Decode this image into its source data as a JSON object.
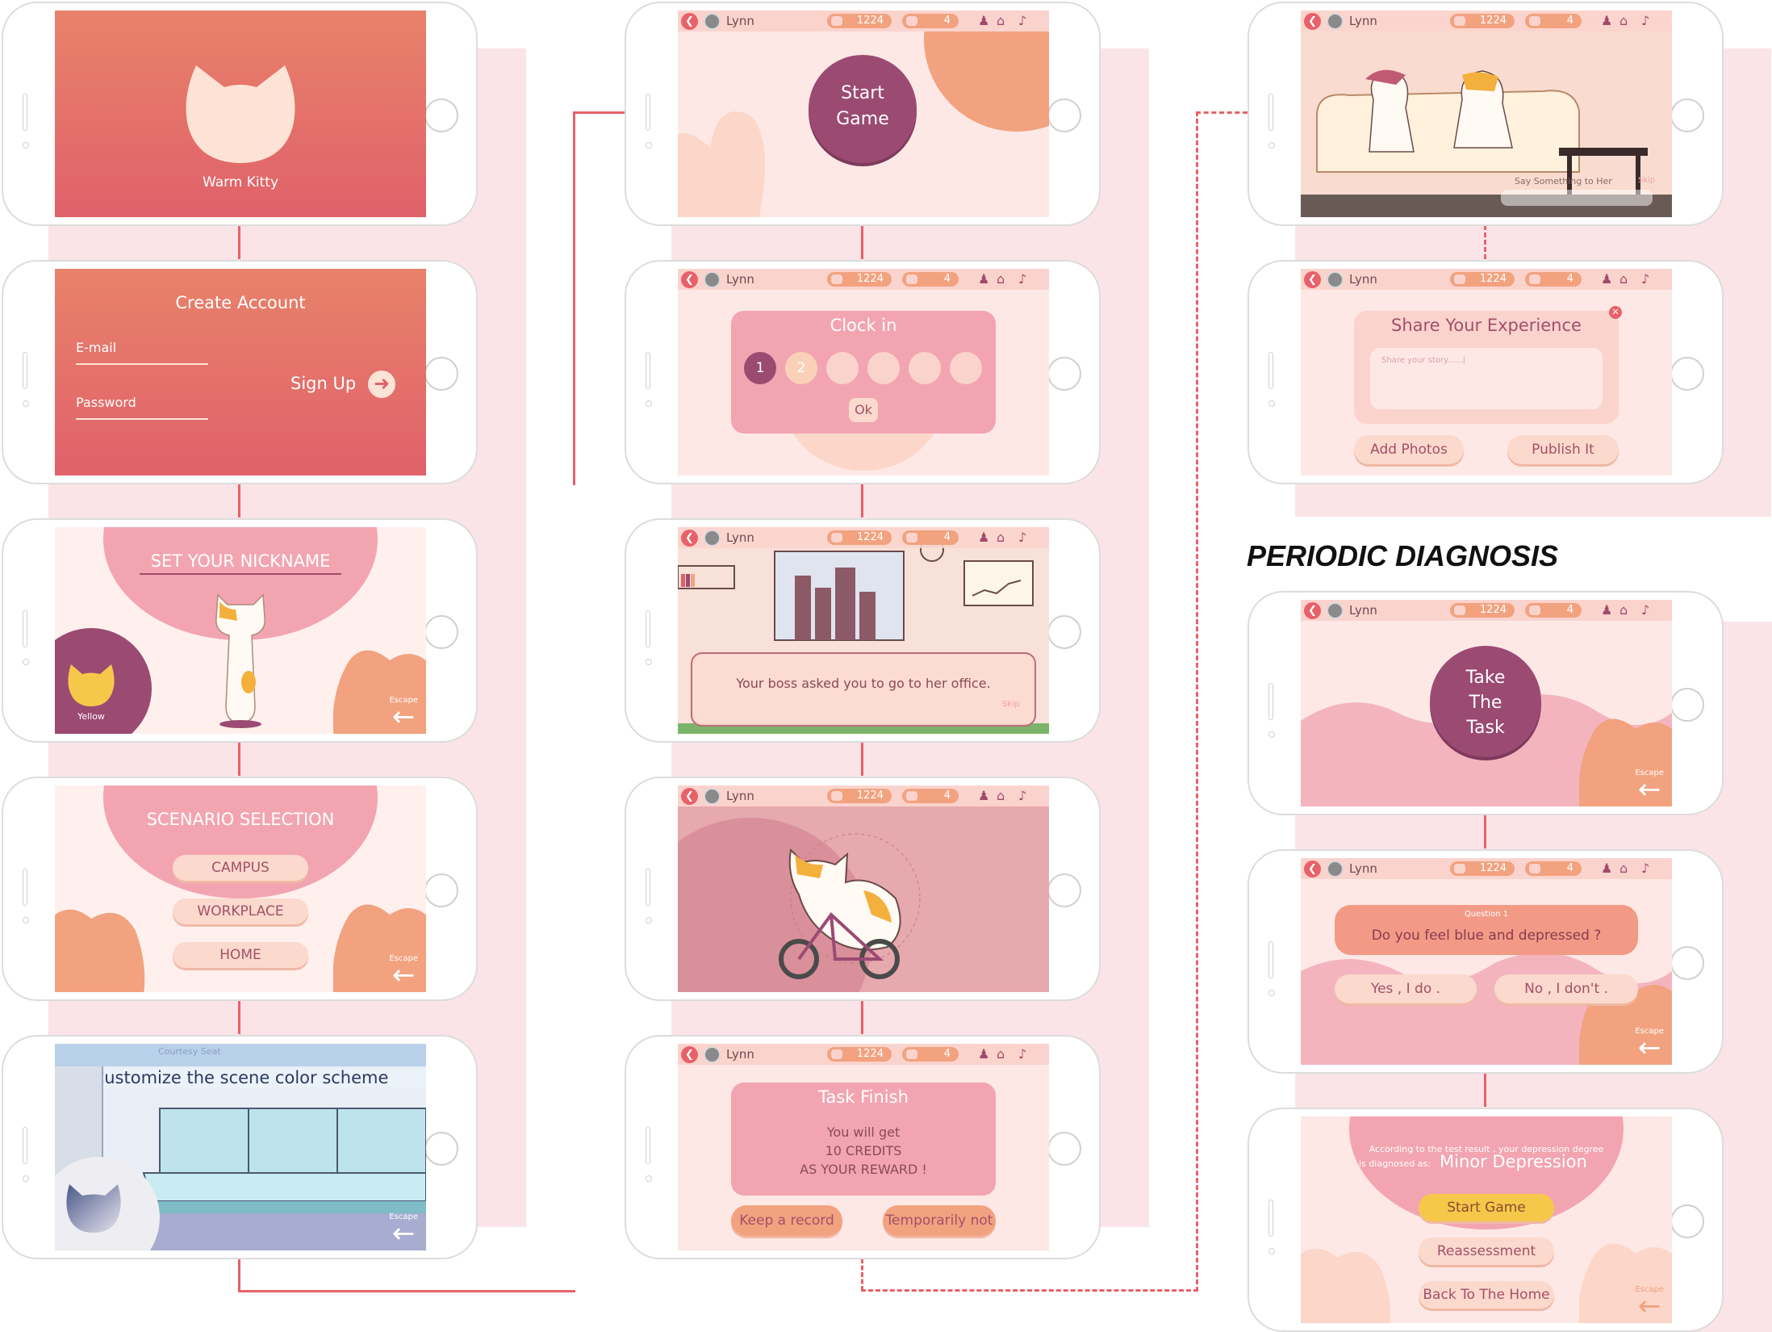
{
  "section_title": "PERIODIC DIAGNOSIS",
  "status": {
    "user": "Lynn",
    "coins": "1224",
    "hearts": "4"
  },
  "screens": {
    "splash": {
      "app_name": "Warm Kitty"
    },
    "signup": {
      "title": "Create Account",
      "email_label": "E-mail",
      "password_label": "Password",
      "signup_label": "Sign Up"
    },
    "nickname": {
      "title": "SET YOUR NICKNAME",
      "cat_color": "Yellow",
      "escape": "Escape"
    },
    "scenario": {
      "title": "SCENARIO SELECTION",
      "options": [
        "CAMPUS",
        "WORKPLACE",
        "HOME"
      ],
      "escape": "Escape"
    },
    "customize": {
      "title": "Customize the scene color scheme",
      "seat_sign": "Courtesy Seat",
      "escape": "Escape"
    },
    "start": {
      "button": "Start Game"
    },
    "clockin": {
      "title": "Clock in",
      "days": [
        "1",
        "2"
      ],
      "ok": "Ok"
    },
    "office": {
      "dialog": "Your boss asked you to go to her office.",
      "skip": "Skip"
    },
    "task_finish": {
      "title": "Task Finish",
      "line1": "You will get",
      "line2": "10 CREDITS",
      "line3": "AS YOUR REWARD !",
      "keep": "Keep a record",
      "not_now": "Temporarily not"
    },
    "living": {
      "say_placeholder": "Say Something to Her",
      "skip": "Skip"
    },
    "share": {
      "title": "Share Your Experience",
      "placeholder": "Share your story......|",
      "add_photos": "Add Photos",
      "publish": "Publish It"
    },
    "take_task": {
      "button": "Take The Task",
      "escape": "Escape"
    },
    "question": {
      "label": "Question 1",
      "text": "Do you feel blue and depressed ?",
      "yes": "Yes , I do .",
      "no": "No , I don't .",
      "escape": "Escape"
    },
    "result": {
      "line1": "According to the test result , your depression degree",
      "line2": "is diagnosed as:",
      "degree": "Minor Depression",
      "start": "Start Game",
      "reassess": "Reassessment",
      "home": "Back To The Home",
      "escape": "Escape"
    }
  }
}
